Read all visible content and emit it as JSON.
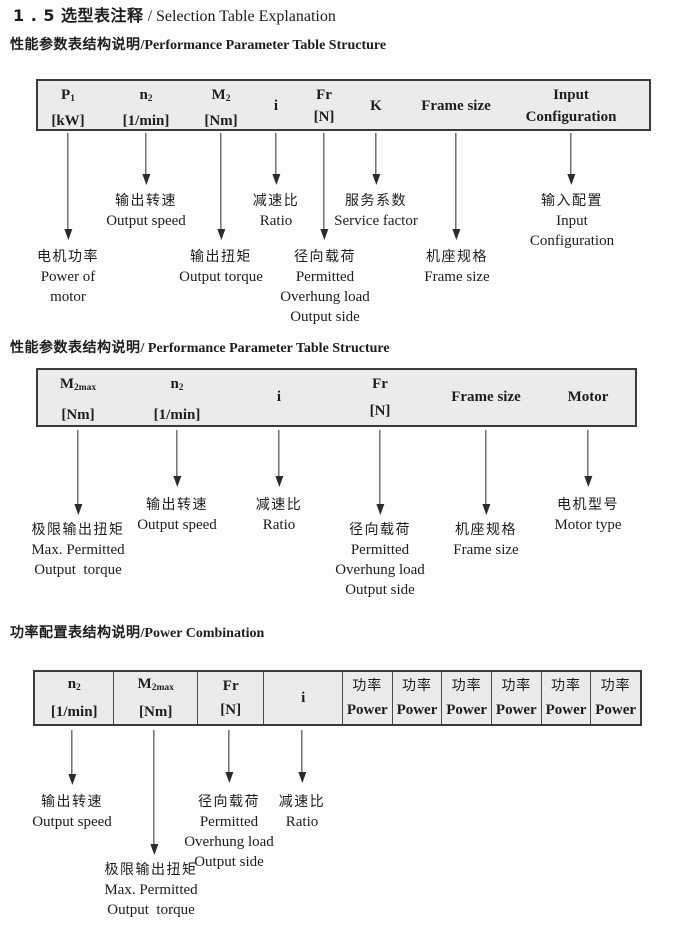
{
  "colors": {
    "table_bg": "#ebebeb",
    "table_border": "#3b3b3b",
    "arrow": "#2b2b2b"
  },
  "title": {
    "zh": "1 . 5 选型表注释",
    "en": "/ Selection Table Explanation"
  },
  "s1": {
    "heading_zh": "性能参数表结构说明",
    "heading_en": "/Performance Parameter Table Structure",
    "cols": {
      "p1": {
        "sym": "P",
        "sub": "1",
        "unit": "[kW]"
      },
      "n2": {
        "sym": "n",
        "sub": "2",
        "unit": "[1/min]"
      },
      "m2": {
        "sym": "M",
        "sub": "2",
        "unit": "[Nm]"
      },
      "i": {
        "sym": "i"
      },
      "fr": {
        "sym": "Fr",
        "unit": "[N]"
      },
      "k": {
        "sym": "K"
      },
      "frame": {
        "sym": "Frame size"
      },
      "input": {
        "line1": "Input",
        "line2": "Configuration"
      }
    },
    "labels": {
      "output_speed": {
        "zh": "输出转速",
        "en": "Output speed"
      },
      "ratio": {
        "zh": "减速比",
        "en": "Ratio"
      },
      "service_factor": {
        "zh": "服务系数",
        "en": "Service factor"
      },
      "input_config": {
        "zh": "输入配置",
        "en1": "Input",
        "en2": "Configuration"
      },
      "motor_power": {
        "zh": "电机功率",
        "en1": "Power of",
        "en2": "motor"
      },
      "output_torque": {
        "zh": "输出扭矩",
        "en": "Output torque"
      },
      "overhung_load": {
        "zh": "径向载荷",
        "en1": "Permitted",
        "en2": "Overhung load",
        "en3": "Output side"
      },
      "frame_size": {
        "zh": "机座规格",
        "en": "Frame size"
      }
    }
  },
  "s2": {
    "heading_zh": "性能参数表结构说明",
    "heading_en": "/ Performance Parameter Table Structure",
    "cols": {
      "m2max": {
        "sym": "M",
        "sub": "2max",
        "unit": "[Nm]"
      },
      "n2": {
        "sym": "n",
        "sub": "2",
        "unit": "[1/min]"
      },
      "i": {
        "sym": "i"
      },
      "fr": {
        "sym": "Fr",
        "unit": "[N]"
      },
      "frame": {
        "sym": "Frame size"
      },
      "motor": {
        "sym": "Motor"
      }
    },
    "labels": {
      "output_speed": {
        "zh": "输出转速",
        "en": "Output speed"
      },
      "ratio": {
        "zh": "减速比",
        "en": "Ratio"
      },
      "motor_type": {
        "zh": "电机型号",
        "en": "Motor type"
      },
      "max_torque": {
        "zh": "极限输出扭矩",
        "en1": "Max. Permitted",
        "en2": "Output  torque"
      },
      "overhung_load": {
        "zh": "径向载荷",
        "en1": "Permitted",
        "en2": "Overhung load",
        "en3": "Output side"
      },
      "frame_size": {
        "zh": "机座规格",
        "en": "Frame size"
      }
    }
  },
  "s3": {
    "heading_zh": "功率配置表结构说明",
    "heading_en": "/Power Combination",
    "cols": {
      "n2": {
        "sym": "n",
        "sub": "2",
        "unit": "[1/min]"
      },
      "m2max": {
        "sym": "M",
        "sub": "2max",
        "unit": "[Nm]"
      },
      "fr": {
        "sym": "Fr",
        "unit": "[N]"
      },
      "i": {
        "sym": "i"
      }
    },
    "power_cells": [
      {
        "zh": "功率",
        "en": "Power"
      },
      {
        "zh": "功率",
        "en": "Power"
      },
      {
        "zh": "功率",
        "en": "Power"
      },
      {
        "zh": "功率",
        "en": "Power"
      },
      {
        "zh": "功率",
        "en": "Power"
      },
      {
        "zh": "功率",
        "en": "Power"
      }
    ],
    "labels": {
      "output_speed": {
        "zh": "输出转速",
        "en": "Output speed"
      },
      "overhung_load": {
        "zh": "径向载荷",
        "en1": "Permitted",
        "en2": "Overhung load",
        "en3": "Output side"
      },
      "ratio": {
        "zh": "减速比",
        "en": "Ratio"
      },
      "max_torque": {
        "zh": "极限输出扭矩",
        "en1": "Max. Permitted",
        "en2": "Output  torque"
      }
    }
  }
}
